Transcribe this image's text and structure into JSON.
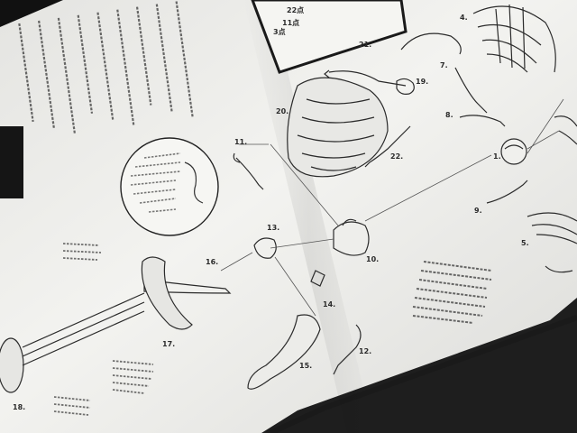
{
  "colors": {
    "paper_light": "#f2f2ef",
    "paper_shadow": "#c9c9c6",
    "ink": "#2b2b2b",
    "background": "#1e1e1e"
  },
  "part_labels": [
    {
      "key": "p1",
      "text": "1."
    },
    {
      "key": "p4",
      "text": "4."
    },
    {
      "key": "p5",
      "text": "5."
    },
    {
      "key": "p7",
      "text": "7."
    },
    {
      "key": "p8",
      "text": "8."
    },
    {
      "key": "p9",
      "text": "9."
    },
    {
      "key": "p10",
      "text": "10."
    },
    {
      "key": "p11",
      "text": "11."
    },
    {
      "key": "p12",
      "text": "12."
    },
    {
      "key": "p13",
      "text": "13."
    },
    {
      "key": "p14",
      "text": "14."
    },
    {
      "key": "p15",
      "text": "15."
    },
    {
      "key": "p16",
      "text": "16."
    },
    {
      "key": "p17",
      "text": "17."
    },
    {
      "key": "p18",
      "text": "18."
    },
    {
      "key": "p19",
      "text": "19."
    },
    {
      "key": "p20",
      "text": "20."
    },
    {
      "key": "p21",
      "text": "21."
    },
    {
      "key": "p22",
      "text": "22."
    }
  ],
  "box_note": {
    "line1": "22点",
    "line2": "11点",
    "line3": "3点"
  }
}
